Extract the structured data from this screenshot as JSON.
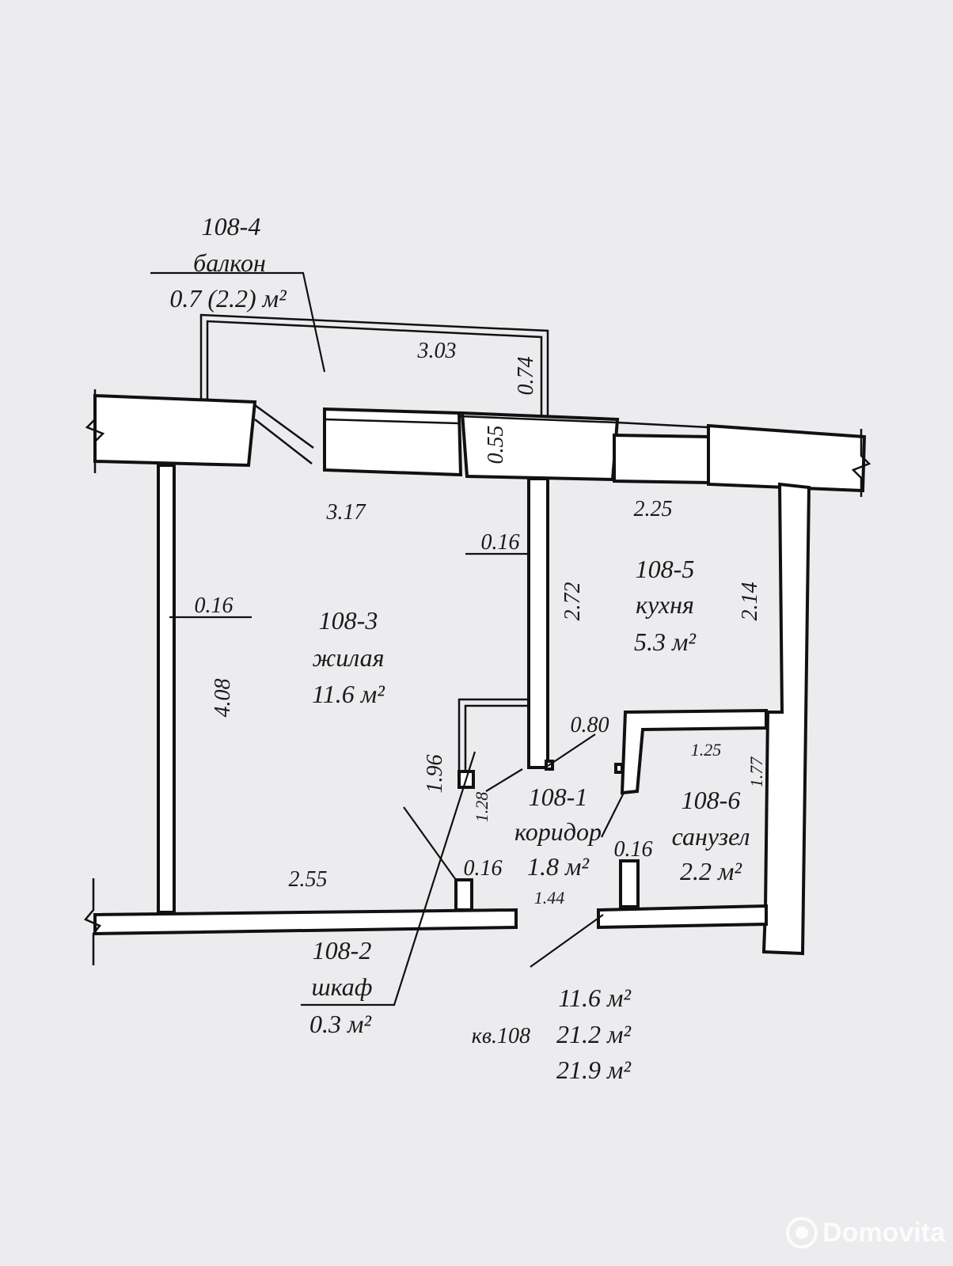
{
  "rooms": {
    "balcony": {
      "id": "108-4",
      "name": "балкон",
      "area": "0.7 (2.2) м²"
    },
    "living": {
      "id": "108-3",
      "name": "жилая",
      "area": "11.6 м²"
    },
    "kitchen": {
      "id": "108-5",
      "name": "кухня",
      "area": "5.3 м²"
    },
    "corridor": {
      "id": "108-1",
      "name": "коридор",
      "area": "1.8 м²"
    },
    "bathroom": {
      "id": "108-6",
      "name": "санузел",
      "area": "2.2 м²"
    },
    "closet": {
      "id": "108-2",
      "name": "шкаф",
      "area": "0.3 м²"
    }
  },
  "dimensions": {
    "balcony_width": "3.03",
    "balcony_depth": "0.74",
    "wall_thickness": "0.55",
    "living_width_top": "3.17",
    "kitchen_width": "2.25",
    "partition_top": "0.16",
    "partition_left": "0.16",
    "kitchen_depth_left": "2.72",
    "kitchen_depth_right": "2.14",
    "living_depth": "4.08",
    "closet_depth": "1.96",
    "corridor_door": "0.80",
    "bath_width": "1.25",
    "bath_depth": "1.77",
    "corridor_width": "1.28",
    "closet_wall": "0.16",
    "bath_wall": "0.16",
    "living_width_bottom": "2.55",
    "corridor_length": "1.44"
  },
  "totals": {
    "living_area": "11.6 м²",
    "apartment_label": "кв.108",
    "total_area": "21.2 м²",
    "total_with_balcony": "21.9 м²"
  },
  "watermark": "Domovita"
}
